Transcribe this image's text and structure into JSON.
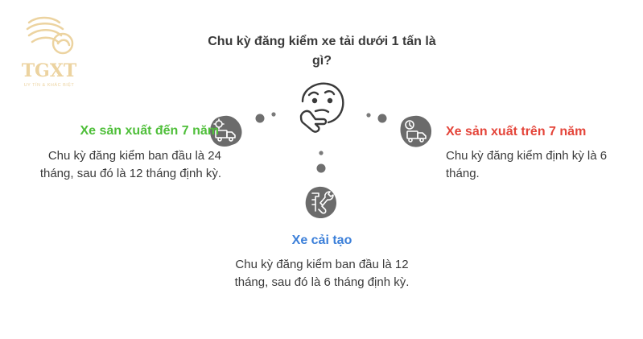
{
  "logo": {
    "brand": "TGXT",
    "tagline": "UY TÍN & KHÁC BIỆT"
  },
  "question": "Chu kỳ đăng kiểm xe tải dưới 1 tấn là gì?",
  "center_icon": "thinking-face-icon",
  "branches": {
    "left": {
      "icon": "truck-gear-icon",
      "title": "Xe sản xuất đến 7 năm",
      "description": "Chu kỳ đăng kiểm ban đầu là 24 tháng, sau đó là 12 tháng định kỳ.",
      "color": "#4fbf3a"
    },
    "right": {
      "icon": "truck-clock-icon",
      "title": "Xe sản xuất trên 7 năm",
      "description": "Chu kỳ đăng kiểm định kỳ là 6 tháng.",
      "color": "#e4453a"
    },
    "bottom": {
      "icon": "tools-icon",
      "title": "Xe cải tạo",
      "description": "Chu kỳ đăng kiểm ban đầu là 12 tháng, sau đó là 6 tháng định kỳ.",
      "color": "#3b7fd9"
    }
  },
  "colors": {
    "node_fill": "#6b6b6b",
    "connector_dots": "#7a7a7a",
    "logo_gold": "#e8c98a"
  }
}
